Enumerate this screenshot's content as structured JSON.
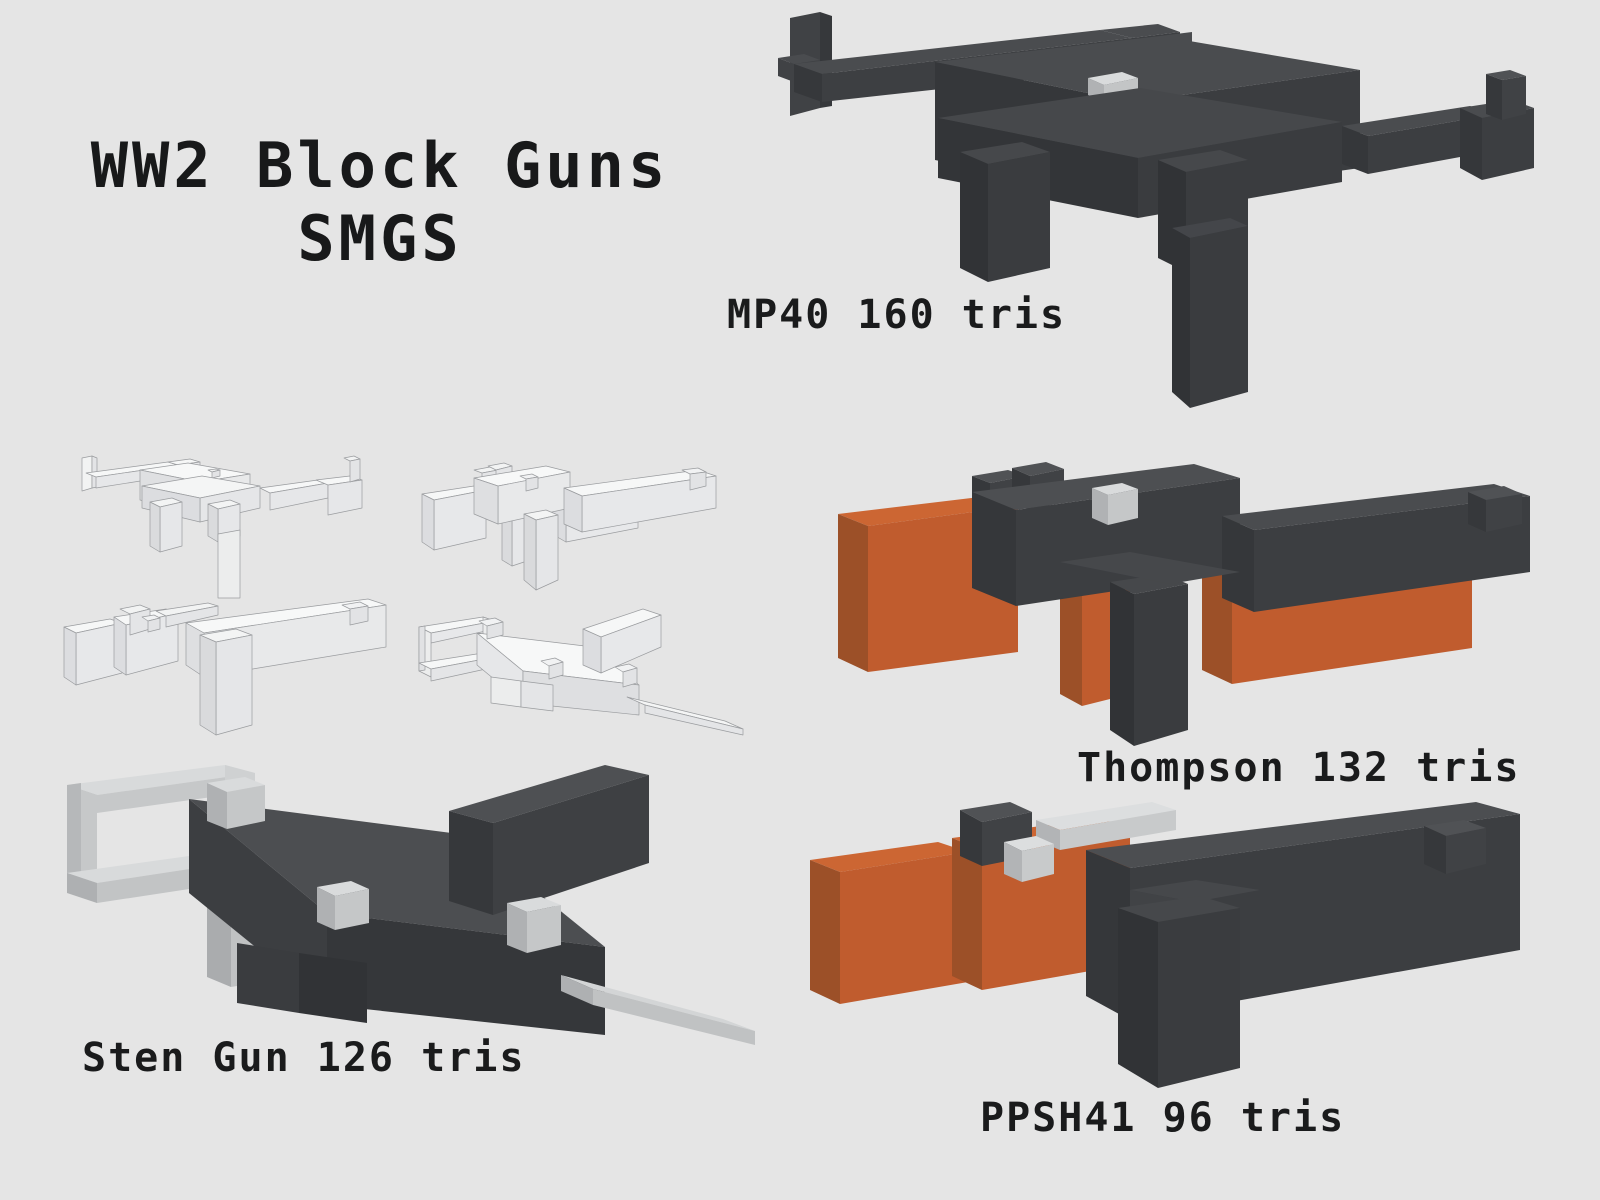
{
  "page": {
    "background_color": "#e5e5e5",
    "title_line_1": "WW2 Block Guns",
    "title_line_2": "SMGS"
  },
  "palette": {
    "metal_top": "#4a4c4f",
    "metal_front": "#404245",
    "metal_side": "#36383b",
    "metal_dark": "#2f3134",
    "wood_top": "#cc6633",
    "wood_front": "#c05c2e",
    "wood_side": "#a95c33",
    "wood_dark": "#8e4a26",
    "light_top": "#d8dadb",
    "light_front": "#c8cacb",
    "light_side": "#b4b6b8",
    "white_fill": "#f4f5f5",
    "white_shade": "#e7e8e9",
    "white_shade2": "#dcdddf",
    "white_edge": "#9a9c9f",
    "text_color": "#1a1b1c"
  },
  "models": [
    {
      "id": "mp40",
      "name": "MP40",
      "tris": 160,
      "caption": "MP40 160 tris",
      "style": "shaded",
      "materials": [
        "metal",
        "accent-light"
      ]
    },
    {
      "id": "thompson",
      "name": "Thompson",
      "tris": 132,
      "caption": "Thompson 132 tris",
      "style": "shaded",
      "materials": [
        "metal",
        "wood",
        "accent-light"
      ]
    },
    {
      "id": "sten",
      "name": "Sten Gun",
      "tris": 126,
      "caption": "Sten Gun 126 tris",
      "style": "shaded",
      "materials": [
        "metal",
        "light-metal"
      ]
    },
    {
      "id": "ppsh41",
      "name": "PPSH41",
      "tris": 96,
      "caption": "PPSH41 96 tris",
      "style": "shaded",
      "materials": [
        "metal",
        "wood",
        "accent-light"
      ]
    }
  ],
  "wireframes": [
    {
      "id": "wire-mp40",
      "name": "MP40 untextured",
      "row": 1,
      "col": 1
    },
    {
      "id": "wire-thompson",
      "name": "Thompson untextured",
      "row": 1,
      "col": 2
    },
    {
      "id": "wire-ppsh41",
      "name": "PPSH41 untextured",
      "row": 2,
      "col": 1
    },
    {
      "id": "wire-sten",
      "name": "Sten Gun untextured",
      "row": 2,
      "col": 2
    }
  ]
}
